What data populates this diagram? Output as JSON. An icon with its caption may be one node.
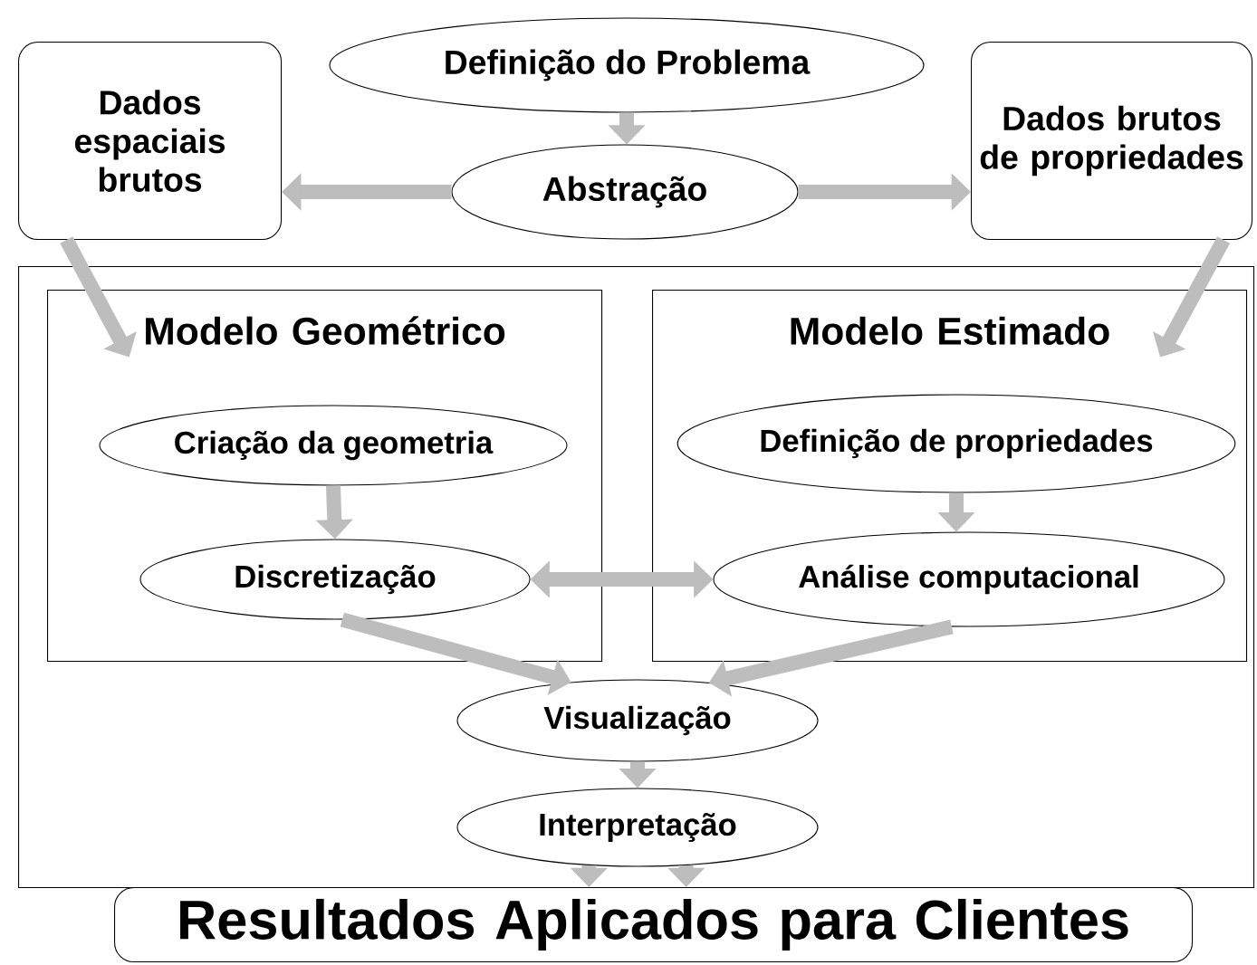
{
  "diagram": {
    "nodes": [
      {
        "text": [
          "Definição do Problema"
        ]
      },
      {
        "text": [
          "Abstração"
        ]
      },
      {
        "text": [
          "Dados espaciais brutos"
        ]
      },
      {
        "text": [
          "Dados brutos de propriedades"
        ]
      },
      {
        "text": [],
        "shape": "box"
      },
      {
        "text": [
          "Modelo Geométrico"
        ],
        "in": 4
      },
      {
        "text": [
          "Criação da geometria"
        ],
        "in": 5
      },
      {
        "text": [
          "Discretização"
        ],
        "in": 5
      },
      {
        "text": [
          "Modelo Estimado"
        ],
        "in": 4
      },
      {
        "text": [
          "Definição de propriedades"
        ],
        "in": 8
      },
      {
        "text": [
          "Análise computacional"
        ],
        "in": 8
      },
      {
        "text": [
          "Visualização"
        ],
        "in": 4
      },
      {
        "text": [
          "Interpretação"
        ],
        "in": 4
      },
      {
        "text": [
          "Resultados Aplicados para Clientes"
        ]
      }
    ],
    "edges": [
      {
        "from": 0,
        "to": 1,
        "arrow": "to"
      },
      {
        "from": 1,
        "to": 2,
        "arrow": "to"
      },
      {
        "from": 1,
        "to": 3,
        "arrow": "to"
      },
      {
        "from": 2,
        "to": 5,
        "arrow": "to"
      },
      {
        "from": 3,
        "to": 8,
        "arrow": "to"
      },
      {
        "from": 6,
        "to": 7,
        "arrow": "to"
      },
      {
        "from": 7,
        "to": 10,
        "arrow": "both"
      },
      {
        "from": 9,
        "to": 10,
        "arrow": "to"
      },
      {
        "from": 7,
        "to": 11,
        "arrow": "to"
      },
      {
        "from": 10,
        "to": 11,
        "arrow": "to"
      },
      {
        "from": 11,
        "to": 12,
        "arrow": "to"
      },
      {
        "from": 12,
        "to": 13,
        "arrow": "to"
      },
      {
        "from": 12,
        "to": 13,
        "arrow": "to"
      }
    ]
  }
}
